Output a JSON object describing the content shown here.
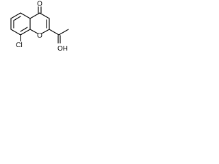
{
  "structure": {
    "atoms": {
      "carbonyl_oxygen": "O",
      "ring_oxygen": "O",
      "chlorine": "Cl",
      "hydroxyl": "OH"
    }
  }
}
